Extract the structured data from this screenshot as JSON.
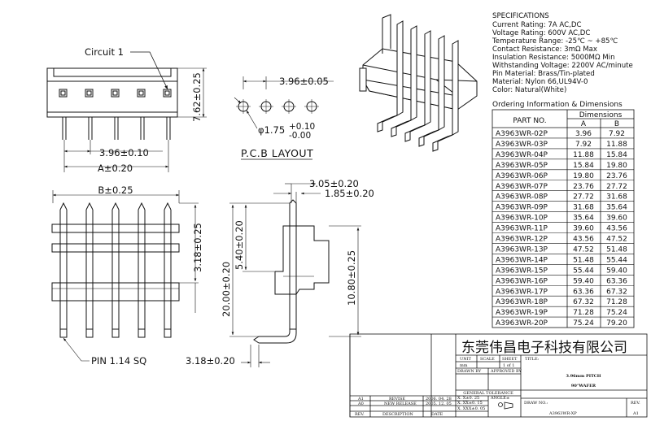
{
  "spec": {
    "heading": "SPECIFICATIONS",
    "lines": [
      "Current Rating: 7A AC,DC",
      "Voltage Rating: 600V AC,DC",
      "Temperature Range: -25℃ ~ +85℃",
      "Contact Resistance: 3mΩ Max",
      "Insulation Resistance: 5000MΩ Min",
      "Withstanding Voltage: 2200V AC/minute",
      "Pin Material: Brass/Tin-plated",
      "Material: Nylon 66,UL94V-0",
      "Color: Natural(White)"
    ]
  },
  "ordering": {
    "heading": "Ordering Information & Dimensions",
    "col_part": "PART NO.",
    "col_dim": "Dimensions",
    "col_a": "A",
    "col_b": "B",
    "rows": [
      [
        "A3963WR-02P",
        "3.96",
        "7.92"
      ],
      [
        "A3963WR-03P",
        "7.92",
        "11.88"
      ],
      [
        "A3963WR-04P",
        "11.88",
        "15.84"
      ],
      [
        "A3963WR-05P",
        "15.84",
        "19.80"
      ],
      [
        "A3963WR-06P",
        "19.80",
        "23.76"
      ],
      [
        "A3963WR-07P",
        "23.76",
        "27.72"
      ],
      [
        "A3963WR-08P",
        "27.72",
        "31.68"
      ],
      [
        "A3963WR-09P",
        "31.68",
        "35.64"
      ],
      [
        "A3963WR-10P",
        "35.64",
        "39.60"
      ],
      [
        "A3963WR-11P",
        "39.60",
        "43.56"
      ],
      [
        "A3963WR-12P",
        "43.56",
        "47.52"
      ],
      [
        "A3963WR-13P",
        "47.52",
        "51.48"
      ],
      [
        "A3963WR-14P",
        "51.48",
        "55.44"
      ],
      [
        "A3963WR-15P",
        "55.44",
        "59.40"
      ],
      [
        "A3963WR-16P",
        "59.40",
        "63.36"
      ],
      [
        "A3963WR-17P",
        "63.36",
        "67.32"
      ],
      [
        "A3963WR-18P",
        "67.32",
        "71.28"
      ],
      [
        "A3963WR-19P",
        "71.28",
        "75.24"
      ],
      [
        "A3963WR-20P",
        "75.24",
        "79.20"
      ]
    ]
  },
  "dims": {
    "circuit1": "Circuit 1",
    "d_762": "7.62±0.25",
    "d_396_010": "3.96±0.10",
    "d_a": "A±0.20",
    "d_396_005": "3.96±0.05",
    "hole_diam": "φ1.75",
    "hole_tol_plus": "+0.10",
    "hole_tol_minus": "-0.00",
    "pcb_layout": "P.C.B LAYOUT",
    "d_b": "B±0.25",
    "d_318a": "3.18±0.25",
    "d_2000": "20.00±0.20",
    "d_540": "5.40±0.20",
    "d_305": "3.05±0.20",
    "d_185": "1.85±0.20",
    "d_1080": "10.80±0.25",
    "d_318b": "3.18±0.20",
    "pin_sq": "PIN 1.14 SQ"
  },
  "title_block": {
    "company": "东莞伟昌电子科技有限公司",
    "unit": "UNIT",
    "unit_val": "mm",
    "scale": "SCALE",
    "sheet": "SHEET",
    "sheet_val": "1 of 1",
    "title_label": "TITLE:",
    "title_1": "3.96mm PITCH",
    "title_2": "90°WAFER",
    "drawn_by": "DRAWN BY",
    "approved_by": "APPROVED BY",
    "general_tol": "GENERAL TOLERANCE",
    "tol_1": "X. X±0. 25",
    "tol_2": "X. XX±0. 15",
    "tol_3": "X. XXX±0. 05",
    "angle": "ANGLE±",
    "draw_no_label": "DRAW NO.:",
    "draw_no": "A3963WR-XP",
    "rev_label": "REV.",
    "rev_val": "A1",
    "rev_rows": [
      [
        "A1",
        "REVISE",
        "2006. 04. 28"
      ],
      [
        "A0",
        "NEW RELEASE",
        "2005. 12. 05"
      ]
    ],
    "col_rev": "REV.",
    "col_desc": "DESCRIPTION",
    "col_date": "DATE"
  }
}
